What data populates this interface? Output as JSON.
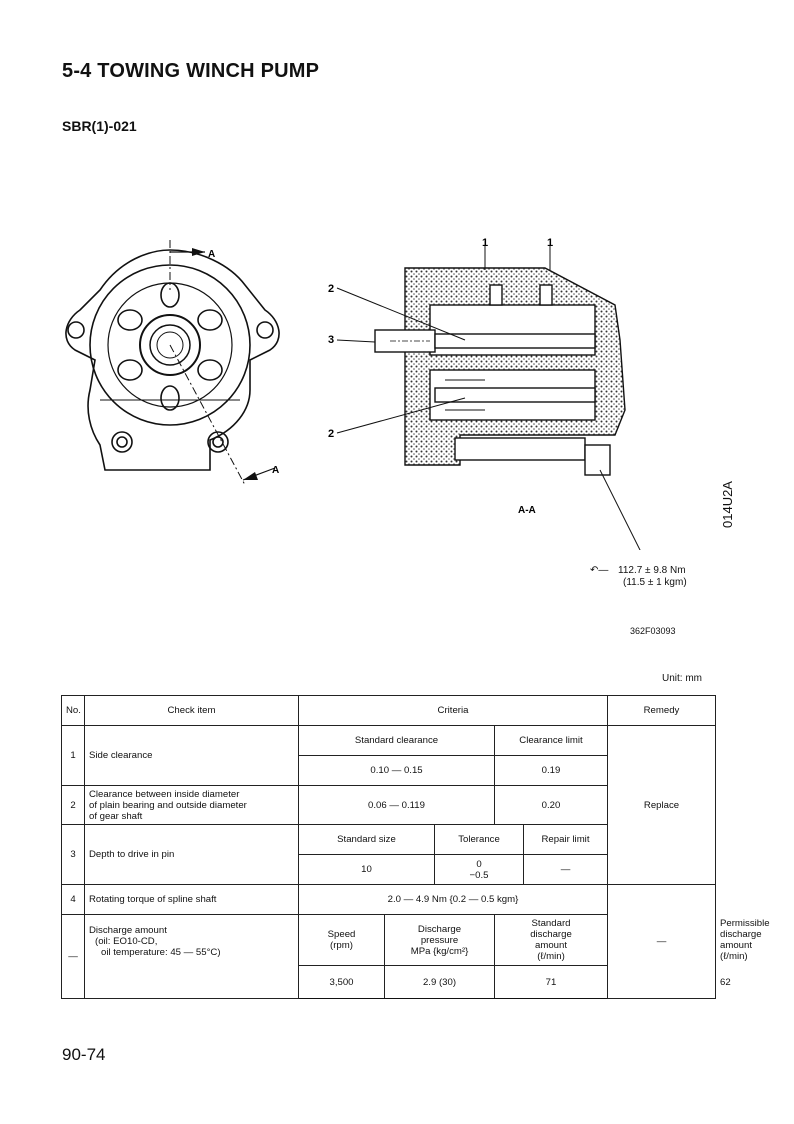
{
  "header": {
    "title": "5-4  TOWING WINCH PUMP",
    "model": "SBR(1)-021"
  },
  "figure": {
    "section_marker": "A",
    "section_marker_2": "A",
    "callouts": [
      "1",
      "1",
      "2",
      "3",
      "2"
    ],
    "section_label": "A-A",
    "torque_line1": "112.7 ± 9.8 Nm",
    "torque_line2": "(11.5 ± 1 kgm)",
    "figure_code": "362F03093",
    "side_code": "014U2A"
  },
  "table": {
    "unit": "Unit: mm",
    "headers": {
      "no": "No.",
      "check_item": "Check item",
      "criteria": "Criteria",
      "remedy": "Remedy"
    },
    "row1": {
      "no": "1",
      "item": "Side clearance",
      "std_label": "Standard clearance",
      "limit_label": "Clearance limit",
      "std": "0.10 — 0.15",
      "limit": "0.19"
    },
    "row2": {
      "no": "2",
      "item_l1": "Clearance between inside diameter",
      "item_l2": "of plain bearing and outside diameter",
      "item_l3": "of gear shaft",
      "std": "0.06 — 0.119",
      "limit": "0.20"
    },
    "row3": {
      "no": "3",
      "item": "Depth to drive in pin",
      "size_label": "Standard size",
      "tol_label": "Tolerance",
      "repair_label": "Repair limit",
      "size": "10",
      "tol_upper": "0",
      "tol_lower": "−0.5",
      "repair": "—"
    },
    "row4": {
      "no": "4",
      "item": "Rotating torque of spline shaft",
      "value": "2.0 — 4.9 Nm {0.2 — 0.5 kgm}"
    },
    "row5": {
      "no": "—",
      "item_l1": "Discharge amount",
      "item_l2": "(oil: EO10-CD,",
      "item_l3": "oil temperature: 45 — 55°C)",
      "speed_l1": "Speed",
      "speed_l2": "(rpm)",
      "press_l1": "Discharge",
      "press_l2": "pressure",
      "press_l3": "MPa {kg/cm²}",
      "sdis_l1": "Standard",
      "sdis_l2": "discharge",
      "sdis_l3": "amount",
      "sdis_l4": "(ℓ/min)",
      "pdis_l1": "Permissible",
      "pdis_l2": "discharge",
      "pdis_l3": "amount",
      "pdis_l4": "(ℓ/min)",
      "speed": "3,500",
      "pressure": "2.9 (30)",
      "std_amount": "71",
      "perm_amount": "62",
      "remedy": "—"
    },
    "remedy_replace": "Replace"
  },
  "footer": {
    "page_number": "90-74"
  }
}
